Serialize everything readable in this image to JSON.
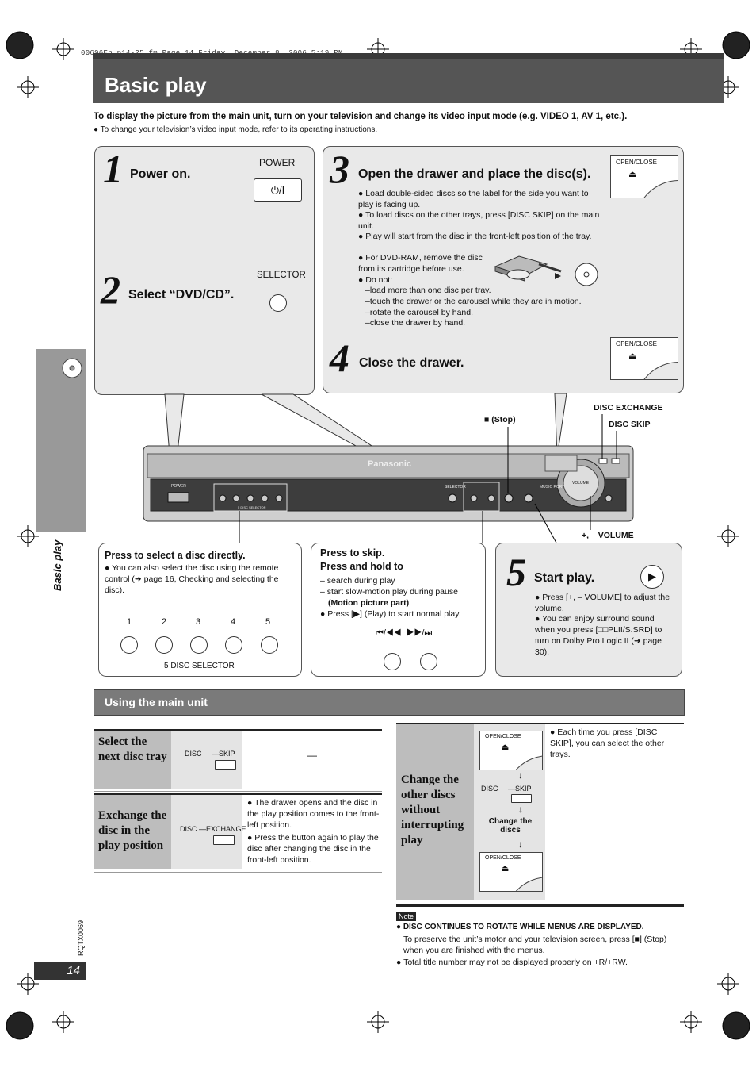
{
  "file_header": "00696En_p14-25.fm  Page 14  Friday, December 8, 2006  5:19 PM",
  "title": "Basic play",
  "intro": {
    "main": "To display the picture from the main unit, turn on your television and change its video input mode (e.g. VIDEO 1, AV 1, etc.).",
    "bullet": "To change your television’s video input mode, refer to its operating instructions."
  },
  "steps": {
    "s1": {
      "num": "1",
      "title": "Power on.",
      "button_label": "POWER",
      "button_symbol": "⏻/I"
    },
    "s2": {
      "num": "2",
      "title": "Select “DVD/CD”.",
      "button_label": "SELECTOR"
    },
    "s3": {
      "num": "3",
      "title": "Open the drawer and place the disc(s).",
      "button_label": "OPEN/CLOSE",
      "bullets": [
        "Load double-sided discs so the label for the side you want to play is facing up.",
        "To load discs on the other trays, press [DISC SKIP] on the main unit.",
        "Play will start from the disc in the front-left position of the tray.",
        "For DVD-RAM, remove the disc from its cartridge before use.",
        "Do not:"
      ],
      "donts": [
        "–load more than one disc per tray.",
        "–touch the drawer or the carousel while they are in motion.",
        "–rotate the carousel by hand.",
        "–close the drawer by hand."
      ]
    },
    "s4": {
      "num": "4",
      "title": "Close the drawer.",
      "button_label": "OPEN/CLOSE"
    },
    "s5": {
      "num": "5",
      "title": "Start play.",
      "bullets": [
        "Press [+, – VOLUME] to adjust the volume.",
        "You can enjoy surround sound when you press [□□PLII/S.SRD] to turn on Dolby Pro Logic II (➜ page 30)."
      ]
    }
  },
  "device_labels": {
    "stop": "■ (Stop)",
    "disc_exchange": "DISC EXCHANGE",
    "disc_skip": "DISC SKIP",
    "volume": "+, –  VOLUME",
    "brand": "Panasonic",
    "power": "POWER",
    "selector": "SELECTOR",
    "five_disc": "5 DISC SELECTOR",
    "music_port": "MUSIC PORT",
    "volume_knob": "VOLUME"
  },
  "disc_select": {
    "title": "Press to select a disc directly.",
    "bullet": "You can also select the disc using the remote control (➜ page 16, Checking and selecting the disc).",
    "numbers": [
      "1",
      "2",
      "3",
      "4",
      "5"
    ],
    "caption": "5 DISC SELECTOR"
  },
  "skip_box": {
    "title1": "Press to skip.",
    "title2": "Press and hold to",
    "items": [
      "– search during play",
      "– start slow-motion play during pause"
    ],
    "bold_item": "(Motion picture part)",
    "bullet": "Press [▶] (Play) to start normal play.",
    "symbols": "⏮/◀◀  ▶▶/⏭"
  },
  "main_unit": {
    "section_title": "Using the main unit",
    "rows": [
      {
        "label": "Select the next disc tray",
        "btn_left": "DISC",
        "btn_right": "SKIP",
        "dash": "—"
      },
      {
        "label": "Exchange the disc in the play position",
        "btn_left": "DISC",
        "btn_right": "EXCHANGE",
        "bullets": [
          "The drawer opens and the disc in the play position comes to the front-left position.",
          "Press the button again to play the disc after changing the disc in the front-left position."
        ]
      }
    ],
    "right": {
      "label": "Change the other discs without interrupting play",
      "open_close": "OPEN/CLOSE",
      "disc": "DISC",
      "skip": "SKIP",
      "change": "Change the discs",
      "bullet": "Each time you press [DISC SKIP], you can select the other trays."
    }
  },
  "note": {
    "badge": "Note",
    "bold": "DISC CONTINUES TO ROTATE WHILE MENUS ARE DISPLAYED.",
    "text": "To preserve the unit’s motor and your television screen, press [■] (Stop) when you are finished with the menus.",
    "bullet2": "Total title number may not be displayed properly on +R/+RW."
  },
  "sidebar_label": "Basic play",
  "page_number": "14",
  "doc_code": "RQTX0069"
}
